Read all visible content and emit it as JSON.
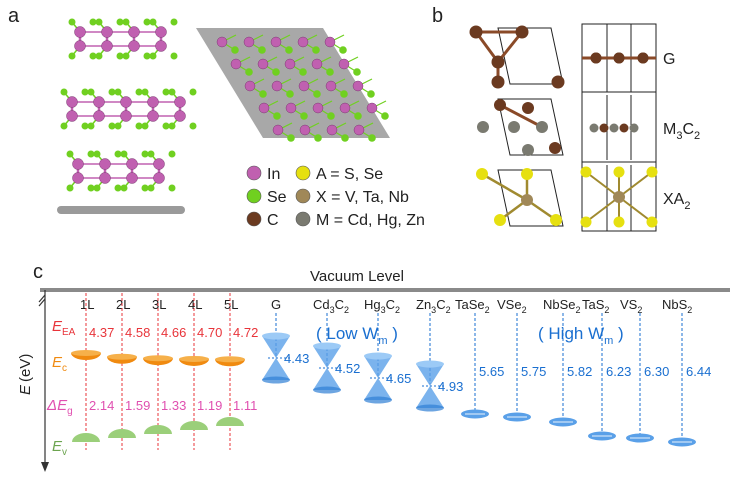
{
  "panels": {
    "a": "a",
    "b": "b",
    "c": "c"
  },
  "legend": [
    {
      "symbol": "In",
      "text": "In",
      "color": "#c060b0"
    },
    {
      "symbol": "A",
      "text": "A = S, Se",
      "color": "#e6e010"
    },
    {
      "symbol": "Se",
      "text": "Se",
      "color": "#70d020"
    },
    {
      "symbol": "X",
      "text": "X = V, Ta, Nb",
      "color": "#a08858"
    },
    {
      "symbol": "C",
      "text": "C",
      "color": "#6b3a20"
    },
    {
      "symbol": "M",
      "text": "M = Cd, Hg, Zn",
      "color": "#7a7a70"
    }
  ],
  "structures_b": [
    {
      "label": "G",
      "sub": ""
    },
    {
      "label": "M",
      "sub_a": "3",
      "mid": "C",
      "sub_b": "2"
    },
    {
      "label": "XA",
      "sub": "2"
    }
  ],
  "panel_c": {
    "vacuum_label": "Vacuum Level",
    "axis_label": "E (eV)",
    "axis_E": "E",
    "axis_unit": "(eV)",
    "row_labels": {
      "EA": {
        "main": "E",
        "sub": "EA"
      },
      "Ec": {
        "main": "E",
        "sub": "c"
      },
      "dEg": {
        "main": "ΔE",
        "sub": "g"
      },
      "Ev": {
        "main": "E",
        "sub": "v"
      }
    },
    "layers": [
      {
        "name": "1L",
        "ea": "4.37",
        "eg": "2.14"
      },
      {
        "name": "2L",
        "ea": "4.58",
        "eg": "1.59"
      },
      {
        "name": "3L",
        "ea": "4.66",
        "eg": "1.33"
      },
      {
        "name": "4L",
        "ea": "4.70",
        "eg": "1.19"
      },
      {
        "name": "5L",
        "ea": "4.72",
        "eg": "1.11"
      }
    ],
    "low_group_label": "( Low W",
    "low_group_sub": "m",
    "high_group_label": "( High W",
    "high_group_sub": "m",
    "close_paren": " )",
    "low_wm": [
      {
        "name": "G",
        "value": "4.43"
      },
      {
        "name": "Cd3C2",
        "base1": "Cd",
        "s1": "3",
        "base2": "C",
        "s2": "2",
        "value": "4.52"
      },
      {
        "name": "Hg3C2",
        "base1": "Hg",
        "s1": "3",
        "base2": "C",
        "s2": "2",
        "value": "4.65"
      },
      {
        "name": "Zn3C2",
        "base1": "Zn",
        "s1": "3",
        "base2": "C",
        "s2": "2",
        "value": "4.93"
      }
    ],
    "high_wm": [
      {
        "name": "TaSe2",
        "base": "TaSe",
        "s": "2",
        "value": "5.65"
      },
      {
        "name": "VSe2",
        "base": "VSe",
        "s": "2",
        "value": "5.75"
      },
      {
        "name": "NbSe2",
        "base": "NbSe",
        "s": "2",
        "value": "5.82"
      },
      {
        "name": "TaS2",
        "base": "TaS",
        "s": "2",
        "value": "6.23"
      },
      {
        "name": "VS2",
        "base": "VS",
        "s": "2",
        "value": "6.30"
      },
      {
        "name": "NbS2",
        "base": "NbS",
        "s": "2",
        "value": "6.44"
      }
    ],
    "colors": {
      "red": "#e8343a",
      "pink": "#e050b0",
      "orange": "#f08a10",
      "green": "#9bcf7a",
      "blue": "#1a6fd0",
      "gray": "#8a8a8a"
    }
  }
}
